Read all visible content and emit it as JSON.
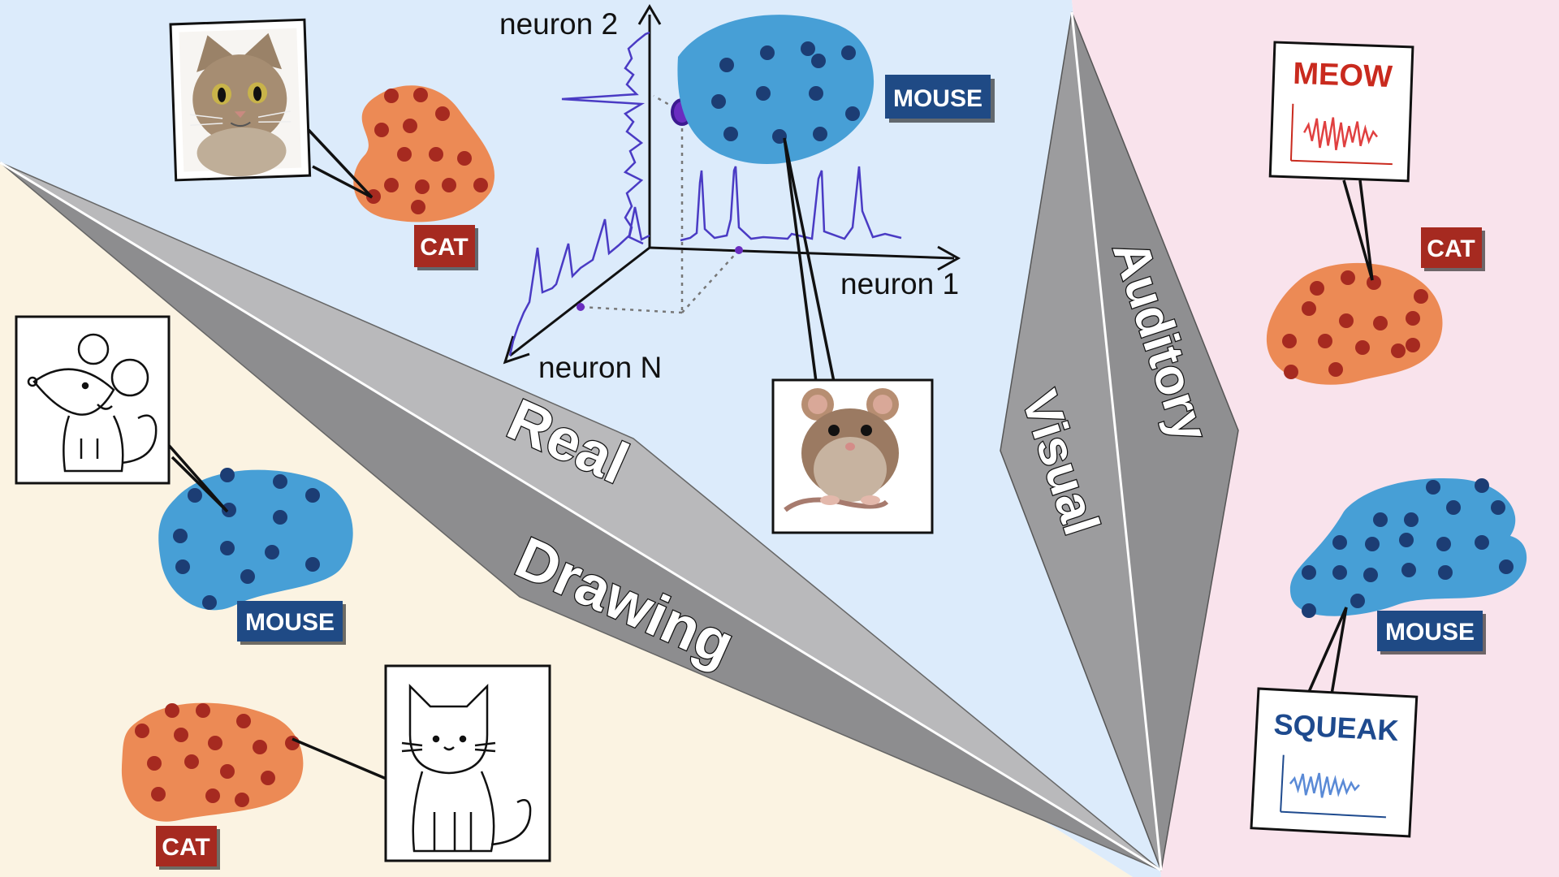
{
  "labels": {
    "cat": "CAT",
    "mouse": "MOUSE",
    "meow": "MEOW",
    "squeak": "SQUEAK"
  },
  "axes": {
    "neuron_2": "neuron 2",
    "neuron_1": "neuron 1",
    "neuron_n": "neuron N"
  },
  "folds": {
    "real": "Real",
    "drawing": "Drawing",
    "auditory": "Auditory",
    "visual": "Visual"
  },
  "icons": [
    "cat-photo-icon",
    "mouse-photo-icon",
    "mouse-drawing-icon",
    "cat-drawing-icon",
    "meow-waveform-icon",
    "squeak-waveform-icon"
  ],
  "colors": {
    "real_region": "#dcebfb",
    "drawing_region": "#fbf3e2",
    "auditory_region": "#f9e3ec",
    "cat_cluster": "#ec8a55",
    "mouse_cluster": "#479fd6",
    "cat_tag": "#a62a20",
    "mouse_tag": "#1f4a85",
    "fold": "#9a9a9c",
    "trace": "#4a3bc4"
  }
}
